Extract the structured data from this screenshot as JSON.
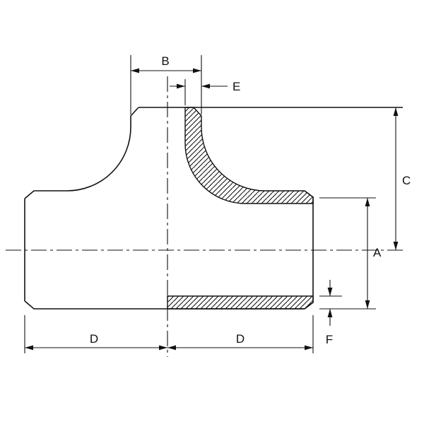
{
  "drawing": {
    "title": "Butt-weld pipe tee - sectioned dimension drawing",
    "view": "half-section elevation",
    "colors": {
      "line": "#111111",
      "background": "#ffffff",
      "hatch": "#111111"
    },
    "labels": {
      "b": "B",
      "e": "E",
      "c": "C",
      "a": "A",
      "f": "F",
      "d_left": "D",
      "d_right": "D"
    }
  }
}
